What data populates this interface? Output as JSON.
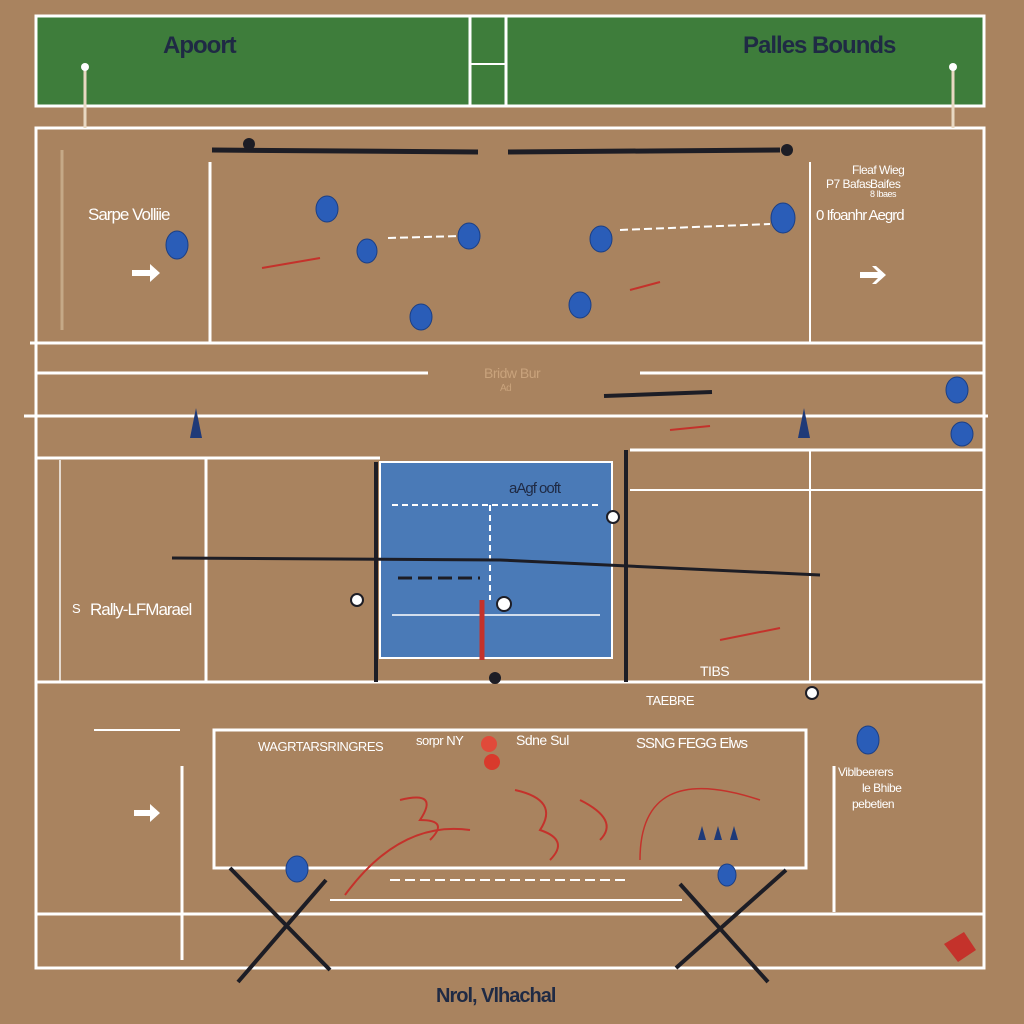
{
  "labels": {
    "top_left": "Apoort",
    "top_right": "Palles Bounds",
    "left_upper": "Sarpe Volliie",
    "right_upper_a": "Fleaf Wieg",
    "right_upper_b": "P7 Bafas",
    "right_upper_c": "Baifes",
    "right_upper_d": "8 Ibaes",
    "right_mid": "0 Ifoanhr Aegrd",
    "center_small": "Bridw Bur",
    "center_small_b": "Ad",
    "blue_court": "aAgf ooft",
    "left_mid": "Rally-LFMarael",
    "left_mid_prefix": "S",
    "lower_right_small_a": "TIBS",
    "lower_right_small_b": "TAEBRE",
    "bottom_box_left": "WAGRTARSRINGRES",
    "bottom_box_mid_a": "sorpr NY",
    "bottom_box_mid_b": "Sdne Sul",
    "bottom_box_right": "SSNG FEGG Elws",
    "side_right_a": "Viblbeerers",
    "side_right_b": "le Bhibe",
    "side_right_c": "pebetien",
    "bottom_center": "Nrol, Vlhachal"
  },
  "colors": {
    "background": "#a9835f",
    "top_band": "#3e7d3b",
    "blue_court": "#4a7ab7",
    "lines": "#ffffff",
    "player_blue": "#2a5db8",
    "accent_red": "#c4322b",
    "dark_net": "#1d1d25"
  },
  "icons": [
    "arrow-right-icon",
    "player-marker-icon",
    "ball-icon",
    "cone-icon"
  ]
}
